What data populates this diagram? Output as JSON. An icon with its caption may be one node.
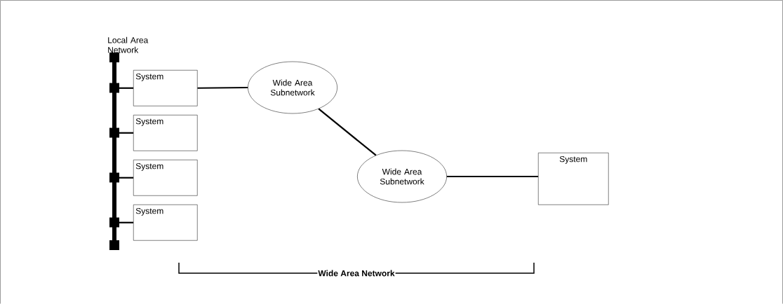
{
  "diagram": {
    "nodes": [
      {
        "text": [
          "Local Area Network"
        ]
      },
      {
        "text": [
          "System"
        ]
      },
      {
        "text": [
          "System"
        ]
      },
      {
        "text": [
          "System"
        ]
      },
      {
        "text": [
          "System"
        ]
      },
      {
        "text": [
          "Wide Area Subnetwork"
        ]
      },
      {
        "text": [
          "Wide Area Subnetwork"
        ]
      },
      {
        "text": [
          "System"
        ]
      }
    ],
    "edges": [
      {
        "from": 0,
        "to": 1,
        "arrow": "none"
      },
      {
        "from": 0,
        "to": 2,
        "arrow": "none"
      },
      {
        "from": 0,
        "to": 3,
        "arrow": "none"
      },
      {
        "from": 0,
        "to": 4,
        "arrow": "none"
      },
      {
        "from": 1,
        "to": 5,
        "arrow": "none"
      },
      {
        "from": 5,
        "to": 6,
        "arrow": "none"
      },
      {
        "from": 6,
        "to": 7,
        "arrow": "none"
      }
    ],
    "labels": [
      "**Wide Area Network**"
    ]
  }
}
